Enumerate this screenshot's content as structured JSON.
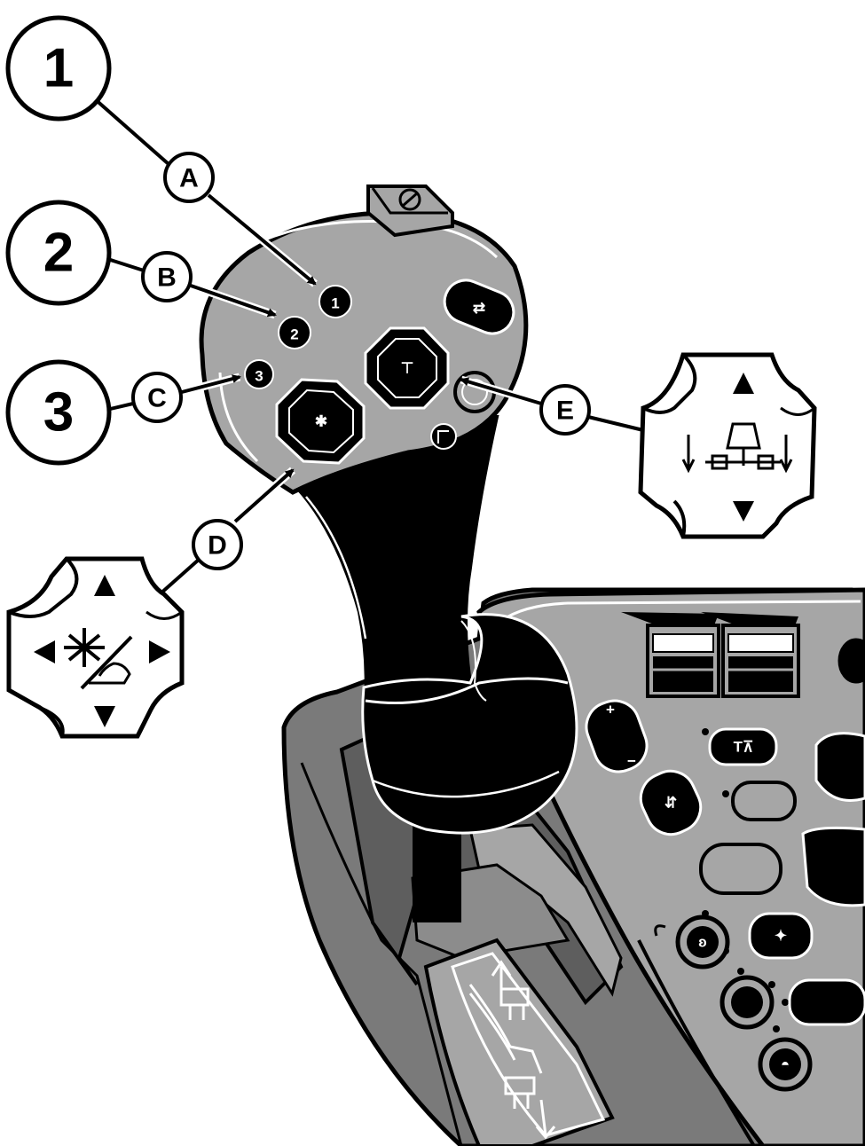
{
  "numbered_callouts": [
    {
      "label": "1"
    },
    {
      "label": "2"
    },
    {
      "label": "3"
    }
  ],
  "letter_callouts": [
    {
      "label": "A"
    },
    {
      "label": "B"
    },
    {
      "label": "C"
    },
    {
      "label": "D"
    },
    {
      "label": "E"
    }
  ],
  "joystick_buttons": [
    {
      "label": "1"
    },
    {
      "label": "2"
    },
    {
      "label": "3"
    }
  ],
  "icons": [
    "hitch-updown-icon",
    "implement-raise-lower-icon",
    "tractor-hitch-icon",
    "rabbit-icon",
    "turtle-icon"
  ],
  "colors": {
    "ink": "#000000",
    "panel": "#a6a6a6",
    "dark_panel": "#7a7a7a",
    "paper": "#ffffff"
  }
}
